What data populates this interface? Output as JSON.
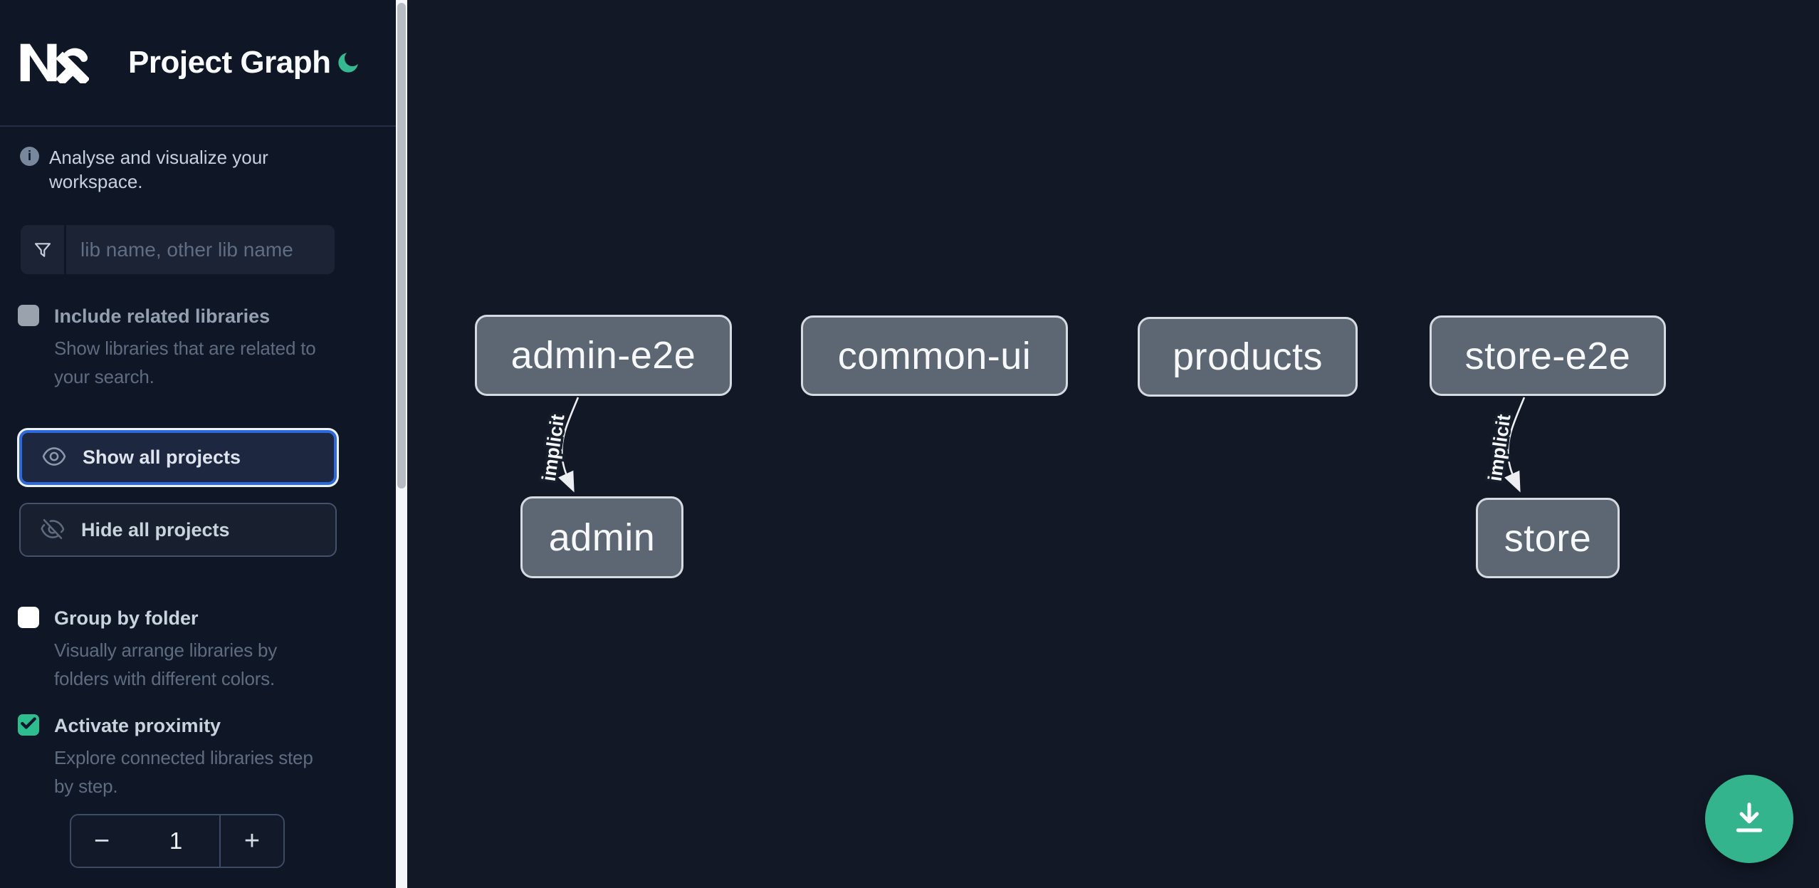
{
  "header": {
    "title": "Project Graph",
    "logo": "nx-logo",
    "theme_icon": "moon-icon"
  },
  "info": {
    "text": "Analyse and visualize your workspace."
  },
  "search": {
    "placeholder": "lib name, other lib name",
    "icon": "filter-funnel-icon"
  },
  "include_related": {
    "label": "Include related libraries",
    "description": "Show libraries that are related to your search.",
    "checked": false,
    "disabled": true
  },
  "actions": {
    "show_all": "Show all projects",
    "hide_all": "Hide all projects"
  },
  "group_by_folder": {
    "label": "Group by folder",
    "description": "Visually arrange libraries by folders with different colors.",
    "checked": false
  },
  "activate_proximity": {
    "label": "Activate proximity",
    "description": "Explore connected libraries step by step.",
    "checked": true
  },
  "stepper": {
    "decrement": "−",
    "value": "1",
    "increment": "+"
  },
  "graph": {
    "nodes": [
      {
        "label": "admin-e2e"
      },
      {
        "label": "common-ui"
      },
      {
        "label": "products"
      },
      {
        "label": "store-e2e"
      },
      {
        "label": "admin"
      },
      {
        "label": "store"
      }
    ],
    "edges": [
      {
        "from": "admin-e2e",
        "to": "admin",
        "label": "implicit"
      },
      {
        "from": "store-e2e",
        "to": "store",
        "label": "implicit"
      }
    ]
  },
  "fab": {
    "icon": "download-icon"
  },
  "colors": {
    "accent_green": "#34b48c",
    "focus_blue": "#2e68dd",
    "node_fill": "#5d6673",
    "node_border": "#d7dbe1",
    "sidebar_bg": "#0f1726",
    "canvas_bg": "#121826"
  }
}
